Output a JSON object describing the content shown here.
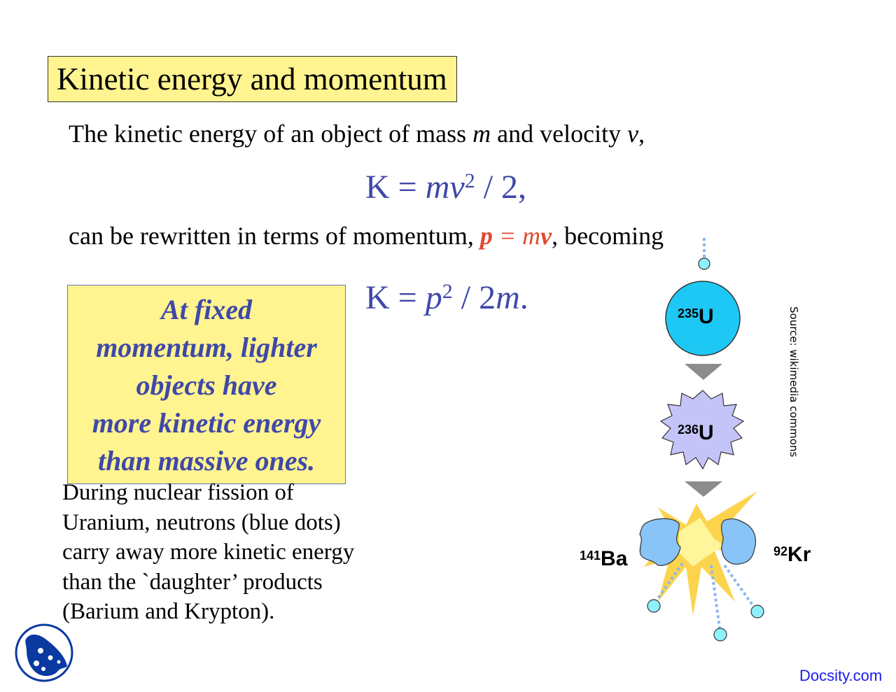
{
  "slide": {
    "title": "Kinetic energy and momentum",
    "intro": {
      "prefix": "The kinetic energy of an object of mass ",
      "var_m": "m",
      "middle": " and velocity ",
      "var_v": "v",
      "suffix": ","
    },
    "equation1": {
      "lhs": "K = ",
      "mv": "mv",
      "exp": "2",
      "rest": " / 2,"
    },
    "line2": {
      "prefix": "can be rewritten in terms of momentum, ",
      "p": "p",
      "equals": " = m",
      "v": "v",
      "suffix": ", becoming"
    },
    "equation2": {
      "lhs": "K = ",
      "p": "p",
      "exp": "2",
      "mid": " / 2",
      "m": "m",
      "end": "."
    },
    "callout": {
      "lines": [
        "At fixed",
        "momentum, lighter",
        "objects have",
        "more kinetic energy",
        "than massive ones."
      ]
    },
    "fission_text": {
      "lines": [
        "During nuclear fission of",
        "Uranium, neutrons (blue dots)",
        "carry away more kinetic energy",
        "than the `daughter’ products",
        "(Barium and Krypton)."
      ]
    },
    "diagram": {
      "source": "Source: wikimedia commons",
      "nuclei": [
        {
          "mass": "235",
          "symbol": "U"
        },
        {
          "mass": "236",
          "symbol": "U"
        },
        {
          "mass": "141",
          "symbol": "Ba"
        },
        {
          "mass": "92",
          "symbol": "Kr"
        }
      ],
      "colors": {
        "u235": "#1ec8f5",
        "u236": "#c4c4f8",
        "fragments": "#88c4f8",
        "neutron": "#8ef0fb",
        "flash": "#fcd34d",
        "arrow": "#8c8c8c"
      }
    },
    "colors": {
      "title_bg": "#fff48f",
      "equation": "#3f48a8",
      "momentum": "#e04a2e",
      "brand": "#1a1aee"
    }
  },
  "footer": {
    "brand": "Docsity.com",
    "logo_icon": "docsity-logo-icon"
  }
}
